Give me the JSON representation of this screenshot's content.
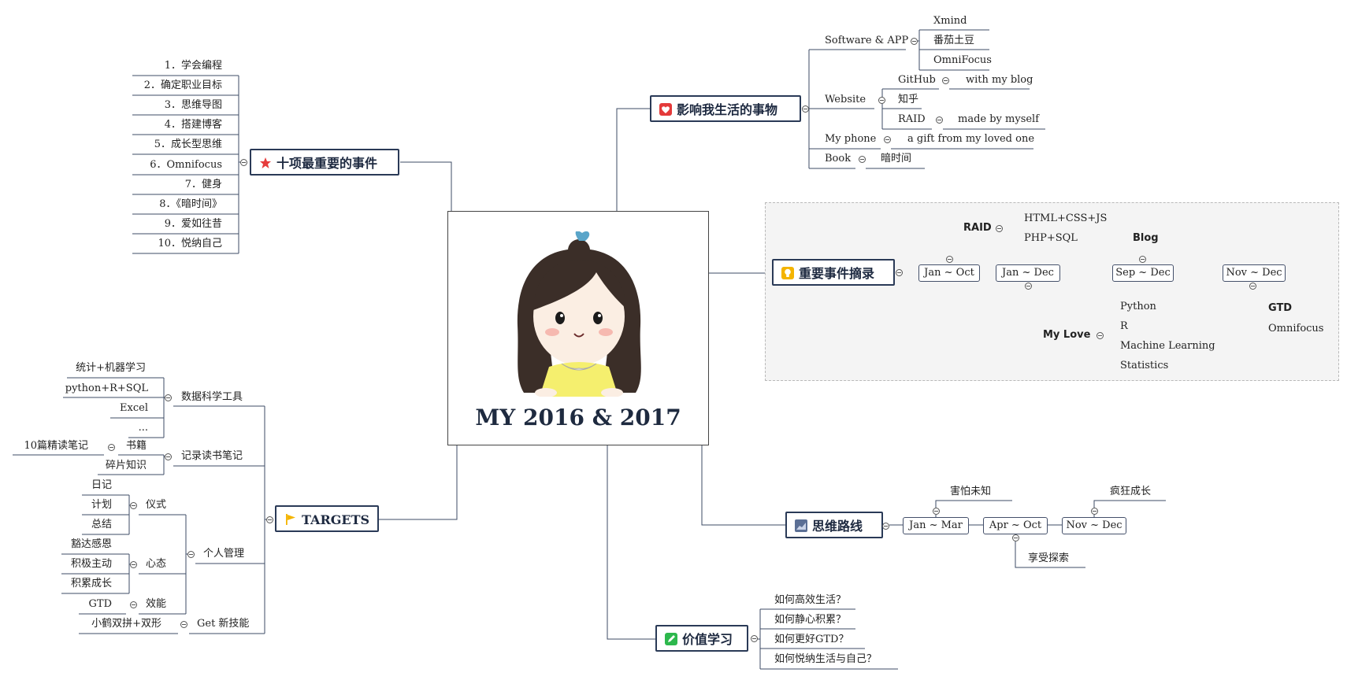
{
  "central": {
    "title": "MY 2016 & 2017"
  },
  "colors": {
    "line": "#3c4b66",
    "topic_border": "#2a3a57",
    "star": "#e63c3c",
    "heart": "#e43a3a",
    "flag": "#f4b400",
    "lightbulb": "#f4b400",
    "chart": "#5b6f95",
    "pencil": "#2db84d"
  },
  "top_ten": {
    "title": "十项最重要的事件",
    "icon": "star-icon",
    "items": [
      "1．学会编程",
      "2．确定职业目标",
      "3．思维导图",
      "4．搭建博客",
      "5．成长型思维",
      "6．Omnifocus",
      "7．健身",
      "8．《暗时间》",
      "9．爱如往昔",
      "10．悦纳自己"
    ]
  },
  "influence": {
    "title": "影响我生活的事物",
    "icon": "heart-icon",
    "software": {
      "label": "Software & APP",
      "items": [
        "Xmind",
        "番茄土豆",
        "OmniFocus"
      ]
    },
    "website": {
      "label": "Website",
      "github": "GitHub",
      "github_note": "with my blog",
      "zhihu": "知乎",
      "raid": "RAID",
      "raid_note": "made by myself"
    },
    "phone": {
      "label": "My phone",
      "note": "a gift from my loved one"
    },
    "book": {
      "label": "Book",
      "note": "暗时间"
    }
  },
  "events": {
    "title": "重要事件摘录",
    "icon": "lightbulb-icon",
    "periods": [
      "Jan ~ Oct",
      "Jan ~ Dec",
      "Sep ~ Dec",
      "Nov ~ Dec"
    ],
    "raid": {
      "label": "RAID",
      "items": [
        "HTML+CSS+JS",
        "PHP+SQL"
      ]
    },
    "blog": "Blog",
    "mylove": {
      "label": "My Love",
      "items": [
        "Python",
        "R",
        "Machine Learning",
        "Statistics"
      ]
    },
    "gtd": {
      "label": "GTD",
      "item": "Omnifocus"
    }
  },
  "thinking": {
    "title": "思维路线",
    "icon": "chart-icon",
    "periods": [
      "Jan ~ Mar",
      "Apr ~ Oct",
      "Nov ~ Dec"
    ],
    "notes": [
      "害怕未知",
      "享受探索",
      "疯狂成长"
    ]
  },
  "values": {
    "title": "价值学习",
    "icon": "pencil-icon",
    "items": [
      "如何高效生活？",
      "如何静心积累？",
      "如何更好GTD？",
      "如何悦纳生活与自己？"
    ]
  },
  "targets": {
    "title": "TARGETS",
    "icon": "flag-icon",
    "data_tools": {
      "label": "数据科学工具",
      "items": [
        "统计+机器学习",
        "python+R+SQL",
        "Excel",
        "..."
      ]
    },
    "reading": {
      "label": "记录读书笔记",
      "books": "书籍",
      "books_note": "10篇精读笔记",
      "fragments": "碎片知识"
    },
    "personal": {
      "label": "个人管理",
      "ritual": {
        "label": "仪式",
        "items": [
          "日记",
          "计划",
          "总结"
        ]
      },
      "mindset": {
        "label": "心态",
        "items": [
          "豁达感恩",
          "积极主动",
          "积累成长"
        ]
      },
      "efficiency": {
        "label": "效能",
        "item": "GTD"
      }
    },
    "skills": {
      "label": "Get 新技能",
      "item": "小鹤双拼+双形"
    }
  }
}
